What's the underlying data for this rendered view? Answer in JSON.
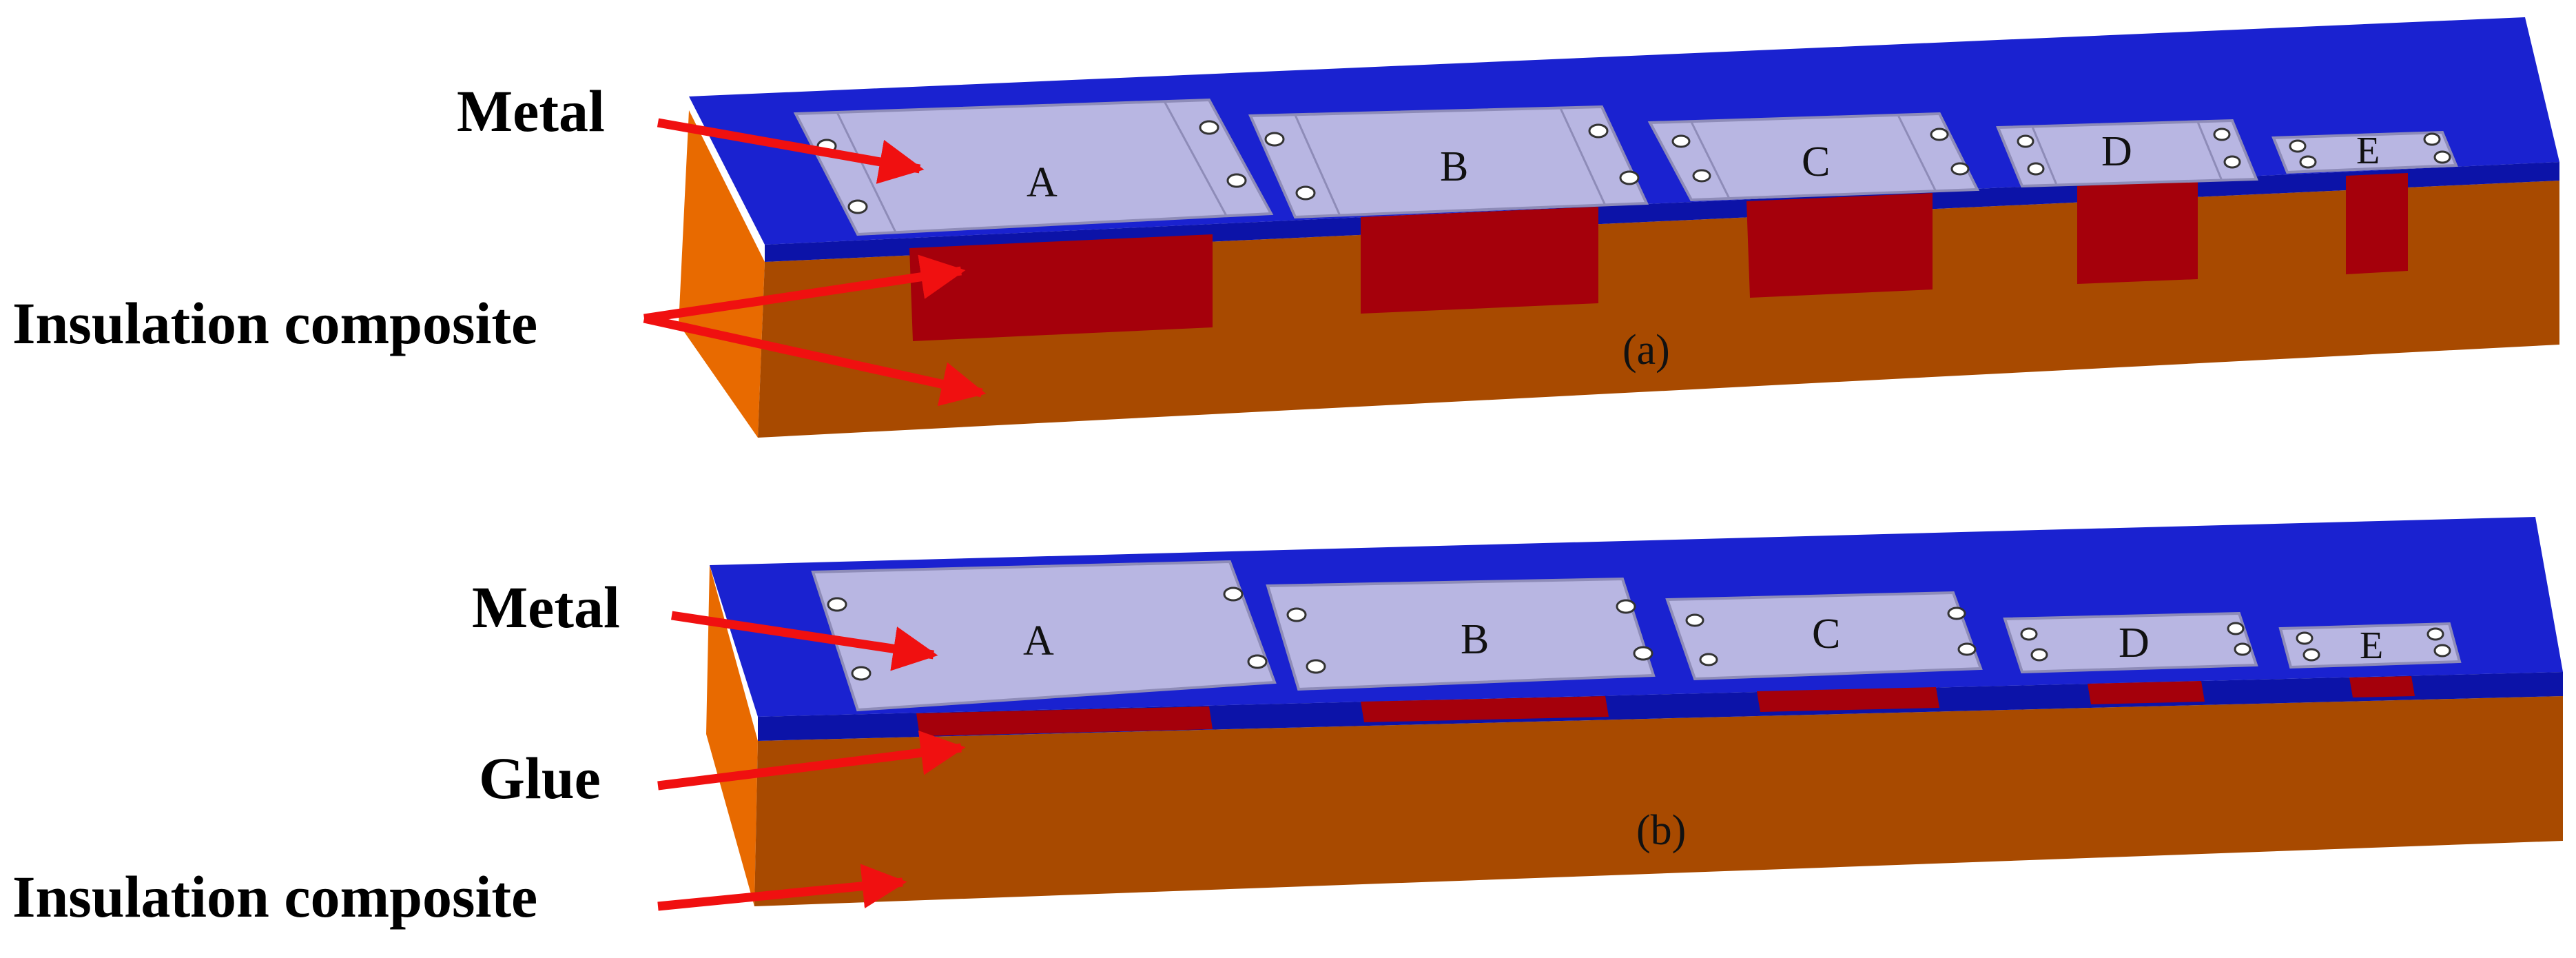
{
  "colors": {
    "top_blue": "#1a22d0",
    "top_blue_dark": "#0c13a8",
    "orange_side": "#e86a00",
    "brown_front": "#a84a00",
    "insulation_red": "#a5000b",
    "metal_plate": "#b8b6e2",
    "metal_edge": "#8e8cb8",
    "arrow_red": "#f01010"
  },
  "panel_a": {
    "tag": "(a)",
    "labels": {
      "metal": "Metal",
      "insulation": "Insulation composite"
    },
    "plates": [
      "A",
      "B",
      "C",
      "D",
      "E"
    ]
  },
  "panel_b": {
    "tag": "(b)",
    "labels": {
      "metal": "Metal",
      "glue": "Glue",
      "insulation": "Insulation composite"
    },
    "plates": [
      "A",
      "B",
      "C",
      "D",
      "E"
    ]
  }
}
